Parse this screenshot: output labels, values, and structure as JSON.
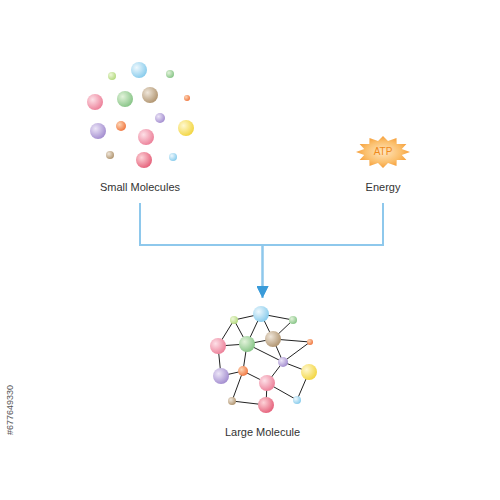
{
  "diagram": {
    "nodes": [
      {
        "text": [
          "Small Molecules"
        ]
      },
      {
        "text": [
          "ATP",
          "Energy"
        ]
      },
      {
        "text": [
          "Large Molecule"
        ]
      }
    ],
    "edges": [
      {
        "from": 0,
        "to": 2,
        "arrow": "to"
      },
      {
        "from": 1,
        "to": 2,
        "arrow": "to"
      }
    ],
    "labels": [
      "#677649330"
    ]
  }
}
